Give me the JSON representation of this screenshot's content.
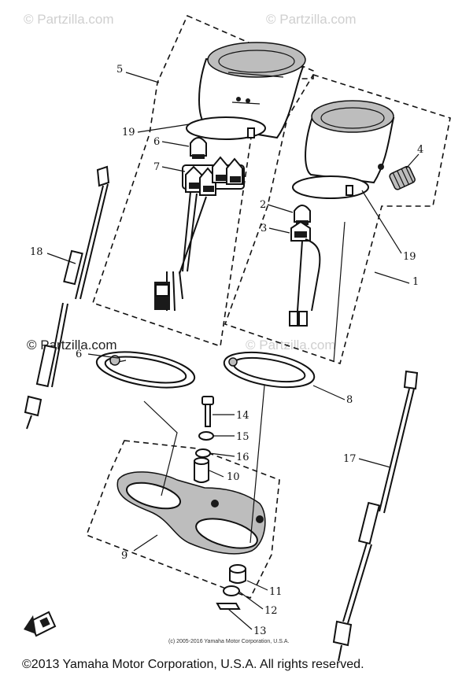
{
  "watermarks": {
    "top_left": "© Partzilla.com",
    "top_right": "© Partzilla.com",
    "mid_left": "© Partzilla.com",
    "mid_right": "© Partzilla.com"
  },
  "small_note": "(c) 2005-2016 Yamaha Motor Corporation, U.S.A.",
  "copyright": "©2013 Yamaha Motor Corporation, U.S.A. All rights reserved.",
  "callouts": {
    "c1": "1",
    "c2": "2",
    "c3": "3",
    "c4": "4",
    "c5": "5",
    "c6a": "6",
    "c6b": "6",
    "c7": "7",
    "c8": "8",
    "c9": "9",
    "c10": "10",
    "c11": "11",
    "c12": "12",
    "c13": "13",
    "c14": "14",
    "c15": "15",
    "c16": "16",
    "c17": "17",
    "c18": "18",
    "c19a": "19",
    "c19b": "19"
  },
  "fwd_icon": "front-arrow-icon"
}
